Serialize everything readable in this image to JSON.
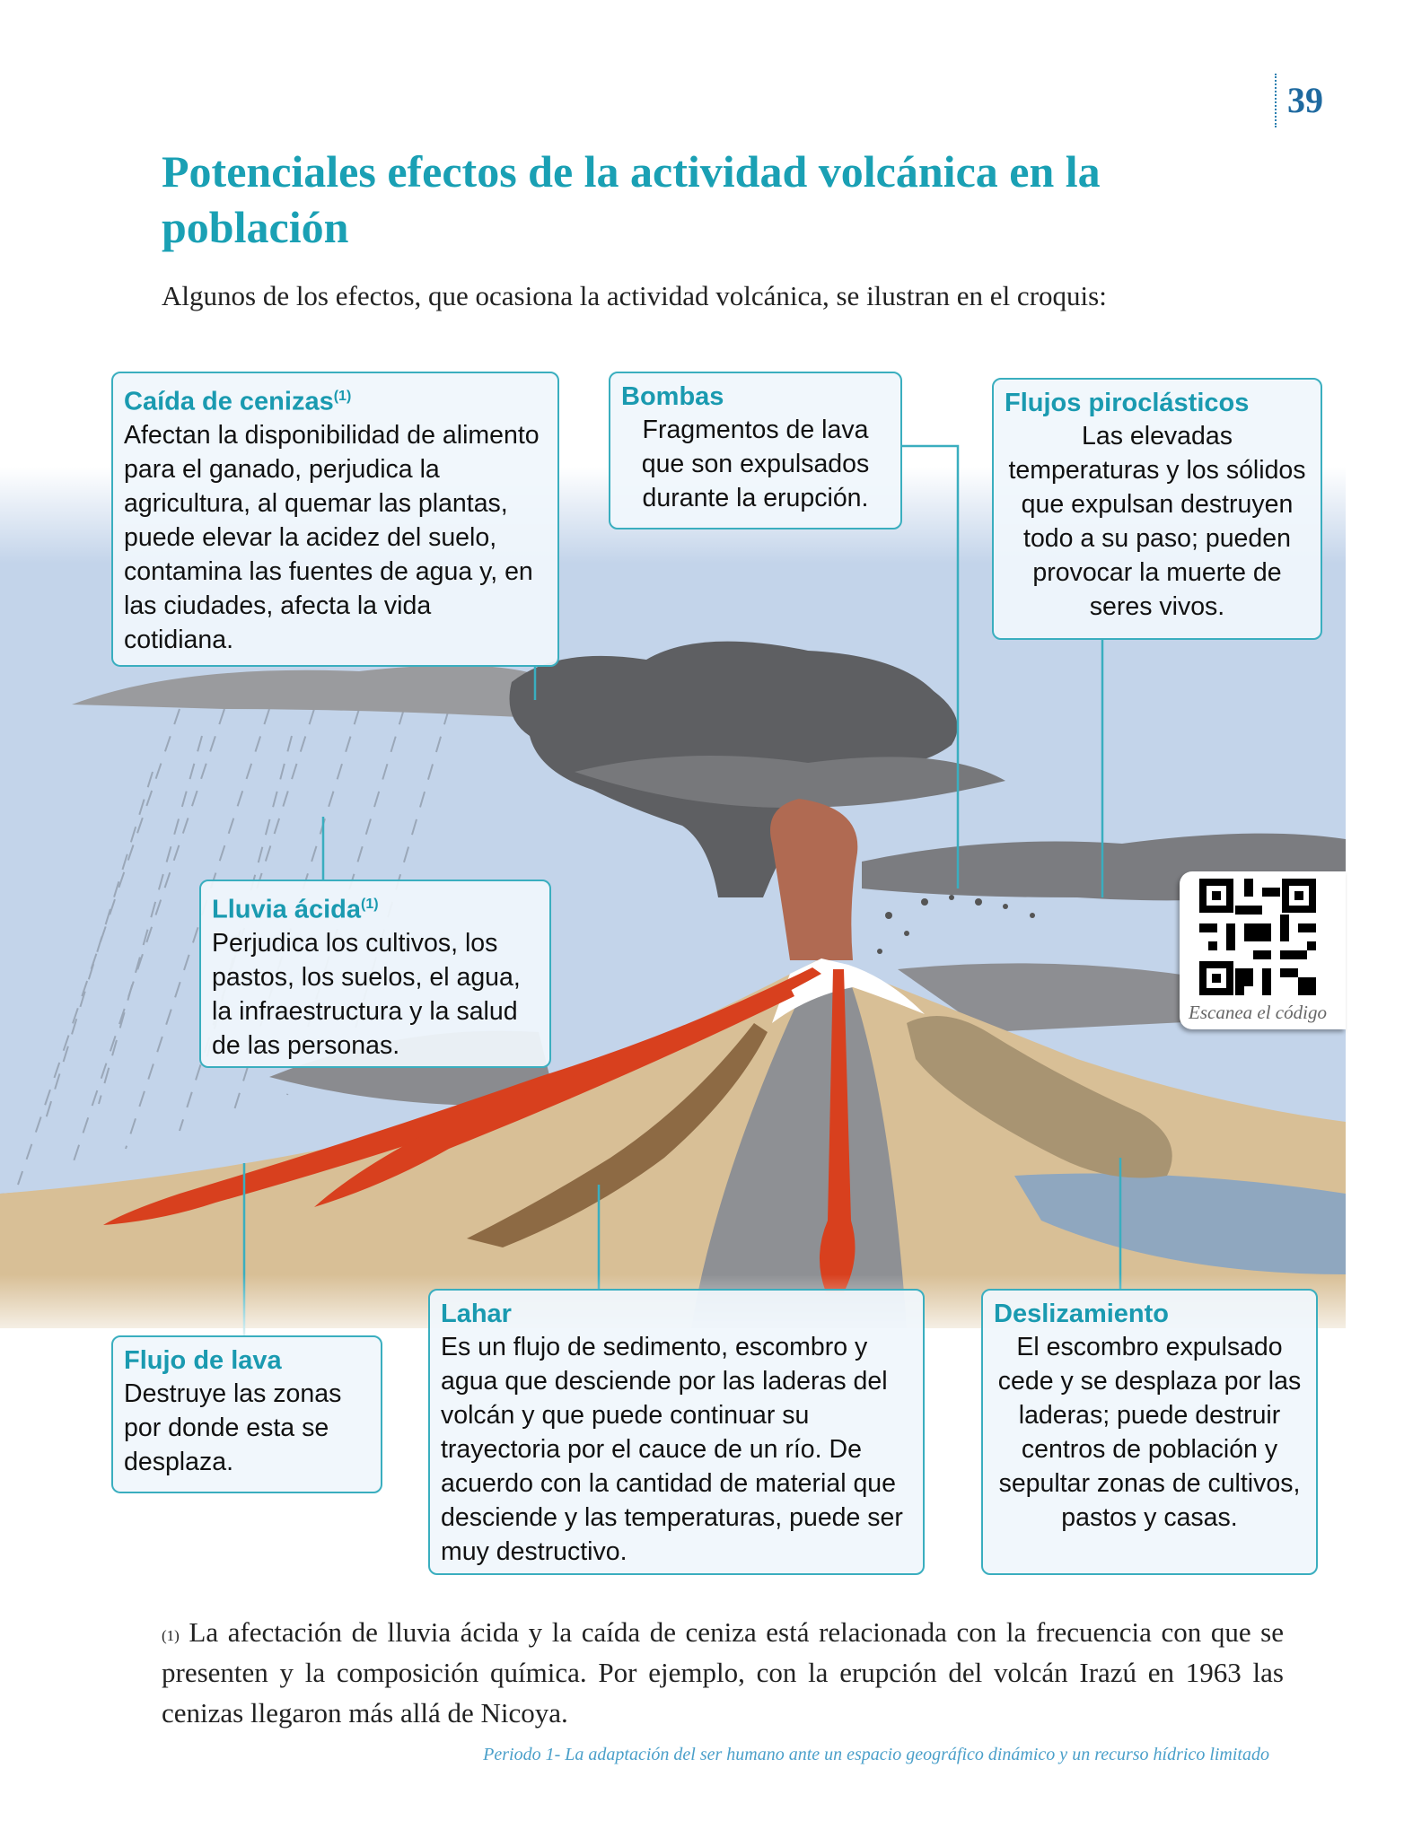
{
  "page_number": "39",
  "title": "Potenciales efectos de la actividad volcánica en la población",
  "intro": "Algunos de los efectos, que ocasiona la actividad volcánica, se ilustran en el croquis:",
  "boxes": {
    "caida": {
      "title": "Caída de cenizas",
      "sup": "(1)",
      "text": "Afectan la disponibilidad de alimento para el ganado, perjudica la agricultura, al quemar las plantas, puede elevar la acidez del suelo, contamina las fuentes de agua y, en las ciudades, afecta la vida cotidiana."
    },
    "bombas": {
      "title": "Bombas",
      "text": "Fragmentos de lava que son expulsados durante la erupción."
    },
    "flujos": {
      "title": "Flujos piroclásticos",
      "text": "Las elevadas temperaturas y los sólidos que expulsan destruyen todo a su paso; pueden provocar la muerte de seres vivos."
    },
    "lluvia": {
      "title": "Lluvia ácida",
      "sup": "(1)",
      "text": "Perjudica los cultivos, los pastos, los suelos, el agua, la infraestructura y la salud de las personas."
    },
    "lava": {
      "title": "Flujo de lava",
      "text": "Destruye las zonas por donde esta se desplaza."
    },
    "lahar": {
      "title": "Lahar",
      "text": "Es un flujo de sedimento, escombro y agua que desciende por las laderas del volcán y que puede continuar su trayectoria por el cauce de un río. De acuerdo con la cantidad de material que desciende y las temperaturas, puede ser muy destructivo."
    },
    "deslizamiento": {
      "title": "Deslizamiento",
      "text": "El escombro expulsado cede y se desplaza por las laderas; puede destruir centros de población y sepultar zonas de cultivos, pastos y casas."
    }
  },
  "qr": {
    "label": "Escanea el código"
  },
  "footnote": {
    "sup": "(1)",
    "text": "La afectación de lluvia ácida y la caída de ceniza está relacionada con la frecuencia con que se presenten y la composición química. Por ejemplo, con la erupción del volcán Irazú en 1963 las cenizas llegaron más allá de Nicoya."
  },
  "footer": "Periodo 1- La adaptación del ser humano ante un espacio geográfico dinámico y un recurso hídrico limitado",
  "colors": {
    "accent": "#1aa0b4",
    "box_border": "#3aaebf",
    "lava": "#d8401e",
    "sky": "#c3d4ea"
  }
}
